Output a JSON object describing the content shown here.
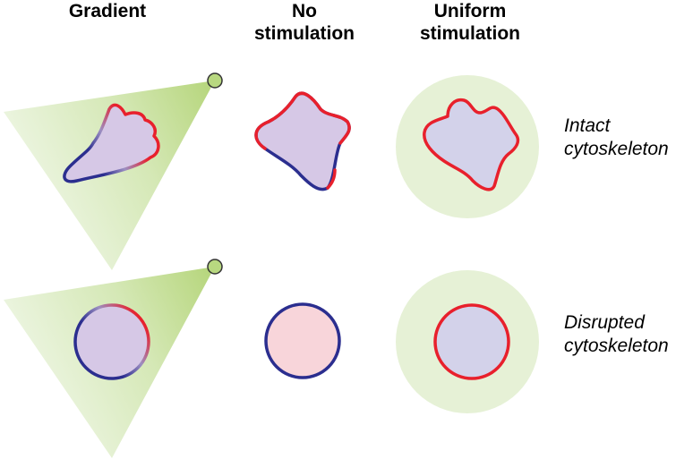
{
  "columns": {
    "gradient": "Gradient",
    "no_stimulation": "No\nstimulation",
    "uniform_stimulation": "Uniform\nstimulation"
  },
  "rows": {
    "intact": "Intact\ncytoskeleton",
    "disrupted": "Disrupted\ncytoskeleton"
  },
  "colors": {
    "cytoplasm": "#d6c8e6",
    "cytoplasm_uniform": "#d3d2ea",
    "cytoplasm_rest_disrupted": "#f8d5da",
    "membrane_active": "#e8202c",
    "membrane_inactive": "#2b2e8f",
    "stimulus_light": "#e6f1d6",
    "stimulus_dark": "#b5d57a",
    "source": "#b8d880"
  }
}
